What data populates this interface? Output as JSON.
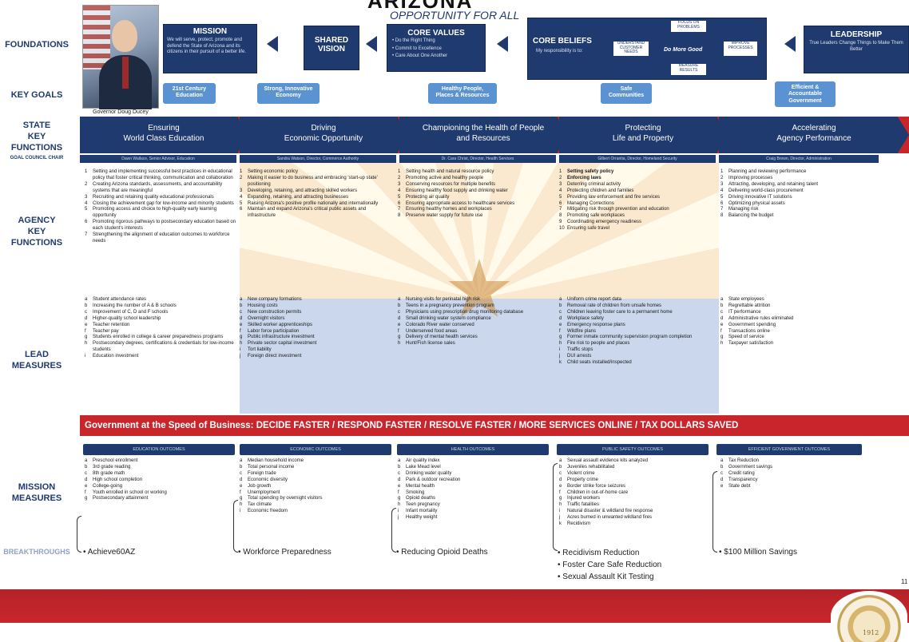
{
  "header": {
    "state_title": "ARIZONA",
    "subtitle": "OPPORTUNITY FOR ALL",
    "governor_caption": "Governor Doug Ducey"
  },
  "row_labels": {
    "foundations": "FOUNDATIONS",
    "key_goals": "KEY GOALS",
    "state_key_functions": "STATE\nKEY\nFUNCTIONS",
    "goal_council_chair": "GOAL COUNCIL CHAIR",
    "agency_key_functions": "AGENCY\nKEY\nFUNCTIONS",
    "lead_measures": "LEAD\nMEASURES",
    "mission_measures": "MISSION\nMEASURES",
    "breakthroughs": "BREAKTHROUGHS"
  },
  "foundations": {
    "mission": {
      "title": "MISSION",
      "text": "We will serve, protect, promote and defend the State of Arizona and its citizens in their pursuit of a better life."
    },
    "shared_vision": {
      "title": "SHARED\nVISION"
    },
    "core_values": {
      "title": "CORE VALUES",
      "items": [
        "• Do the Right Thing",
        "• Commit to Excellence",
        "• Care About One Another"
      ]
    },
    "core_beliefs": {
      "title": "CORE BELIEFS",
      "text": "My responsibility is to:",
      "boxes": [
        "UNDERSTAND CUSTOMER NEEDS",
        "FOCUS ON PROBLEMS",
        "Do More Good",
        "IMPROVE PROCESSES",
        "MEASURE RESULTS"
      ]
    },
    "leadership": {
      "title": "LEADERSHIP",
      "text": "True Leaders Change Things to Make Them Better"
    }
  },
  "key_goals": [
    "21st Century\nEducation",
    "Strong, Innovative\nEconomy",
    "Healthy People,\nPlaces & Resources",
    "Safe\nCommunities",
    "Efficient &\nAccountable\nGovernment"
  ],
  "functions": [
    {
      "title": "Ensuring\nWorld Class Education",
      "chair": "Dawn Wallace, Senior Advisor, Education"
    },
    {
      "title": "Driving\nEconomic Opportunity",
      "chair": "Sandra Watson, Director, Commerce Authority"
    },
    {
      "title": "Championing the Health of People\nand Resources",
      "chair": "Dr. Cara Christ, Director, Health Services"
    },
    {
      "title": "Protecting\nLife and Property",
      "chair": "Gilbert Orrantia, Director, Homeland Security"
    },
    {
      "title": "Accelerating\nAgency Performance",
      "chair": "Craig Brown, Director, Administration"
    }
  ],
  "agency_functions": [
    [
      {
        "m": "1",
        "t": "Setting and implementing successful best practices in educational policy that foster critical thinking, communication and collaboration"
      },
      {
        "m": "2",
        "t": "Creating Arizona standards, assessments, and accountability systems that are meaningful"
      },
      {
        "m": "3",
        "t": "Recruiting and retaining quality educational professionals"
      },
      {
        "m": "4",
        "t": "Closing the achievement gap for low-income and minority students"
      },
      {
        "m": "5",
        "t": "Promoting access and choice to high-quality early learning opportunity"
      },
      {
        "m": "6",
        "t": "Promoting rigorous pathways to postsecondary education based on each student's interests"
      },
      {
        "m": "7",
        "t": "Strengthening the alignment of education outcomes to workforce needs"
      }
    ],
    [
      {
        "m": "1",
        "t": "Setting economic policy"
      },
      {
        "m": "2",
        "t": "Making it easier to do business and embracing 'start-up state' positioning"
      },
      {
        "m": "3",
        "t": "Developing, retaining, and attracting skilled workers"
      },
      {
        "m": "4",
        "t": "Expanding, retaining, and attracting businesses"
      },
      {
        "m": "5",
        "t": "Raising Arizona's positive profile nationally and internationally"
      },
      {
        "m": "6",
        "t": "Maintain and expand Arizona's critical public assets and infrastructure"
      }
    ],
    [
      {
        "m": "1",
        "t": "Setting health and natural resource policy"
      },
      {
        "m": "2",
        "t": "Promoting active and healthy people"
      },
      {
        "m": "3",
        "t": "Conserving resources for multiple benefits"
      },
      {
        "m": "4",
        "t": "Ensuring healthy food supply and drinking water"
      },
      {
        "m": "5",
        "t": "Protecting air quality"
      },
      {
        "m": "6",
        "t": "Ensuring appropriate access to healthcare services"
      },
      {
        "m": "7",
        "t": "Ensuring healthy homes and workplaces"
      },
      {
        "m": "8",
        "t": "Preserve water supply for future use"
      }
    ],
    [
      {
        "m": "1",
        "t": "Setting safety policy"
      },
      {
        "m": "2",
        "t": "Enforcing laws"
      },
      {
        "m": "3",
        "t": "Deterring criminal activity"
      },
      {
        "m": "4",
        "t": "Protecting children and families"
      },
      {
        "m": "5",
        "t": "Providing law enforcement and fire services"
      },
      {
        "m": "6",
        "t": "Managing Corrections"
      },
      {
        "m": "7",
        "t": "Mitigating risk through prevention and education"
      },
      {
        "m": "8",
        "t": "Promoting safe workplaces"
      },
      {
        "m": "9",
        "t": "Coordinating emergency readiness"
      },
      {
        "m": "10",
        "t": "Ensuring safe travel"
      }
    ],
    [
      {
        "m": "1",
        "t": "Planning and reviewing performance"
      },
      {
        "m": "2",
        "t": "Improving processes"
      },
      {
        "m": "3",
        "t": "Attracting, developing, and retaining talent"
      },
      {
        "m": "4",
        "t": "Delivering world-class procurement"
      },
      {
        "m": "5",
        "t": "Driving innovative IT solutions"
      },
      {
        "m": "6",
        "t": "Optimizing physical assets"
      },
      {
        "m": "7",
        "t": "Managing risk"
      },
      {
        "m": "8",
        "t": "Balancing the budget"
      }
    ]
  ],
  "lead_measures": [
    [
      {
        "m": "a",
        "t": "Student attendance rates"
      },
      {
        "m": "b",
        "t": "Increasing the number of A & B schools"
      },
      {
        "m": "c",
        "t": "Improvement of C, D and F schools"
      },
      {
        "m": "d",
        "t": "Higher-quality school leadership"
      },
      {
        "m": "e",
        "t": "Teacher retention"
      },
      {
        "m": "f",
        "t": "Teacher pay"
      },
      {
        "m": "g",
        "t": "Students enrolled in college & career preparedness programs"
      },
      {
        "m": "h",
        "t": "Postsecondary degrees, certifications & credentials for low-income students"
      },
      {
        "m": "i",
        "t": "Education investment"
      }
    ],
    [
      {
        "m": "a",
        "t": "New company formations"
      },
      {
        "m": "b",
        "t": "Housing costs"
      },
      {
        "m": "c",
        "t": "New construction permits"
      },
      {
        "m": "d",
        "t": "Overnight visitors"
      },
      {
        "m": "e",
        "t": "Skilled worker apprenticeships"
      },
      {
        "m": "f",
        "t": "Labor force participation"
      },
      {
        "m": "g",
        "t": "Public infrastructure investment"
      },
      {
        "m": "h",
        "t": "Private sector capital investment"
      },
      {
        "m": "i",
        "t": "Tort liability"
      },
      {
        "m": "j",
        "t": "Foreign direct investment"
      }
    ],
    [
      {
        "m": "a",
        "t": "Nursing visits for perinatal high risk"
      },
      {
        "m": "b",
        "t": "Teens in a pregnancy prevention program"
      },
      {
        "m": "c",
        "t": "Physicians using prescription drug monitoring database"
      },
      {
        "m": "d",
        "t": "Small drinking water system compliance"
      },
      {
        "m": "e",
        "t": "Colorado River water conserved"
      },
      {
        "m": "f",
        "t": "Underserved food areas"
      },
      {
        "m": "g",
        "t": "Delivery of mental health services"
      },
      {
        "m": "h",
        "t": "Hunt/Fish license sales"
      }
    ],
    [
      {
        "m": "a",
        "t": "Uniform crime report data"
      },
      {
        "m": "b",
        "t": "Removal rate of children from unsafe homes"
      },
      {
        "m": "c",
        "t": "Children leaving foster care to a permanent home"
      },
      {
        "m": "d",
        "t": "Workplace safety"
      },
      {
        "m": "e",
        "t": "Emergency response plans"
      },
      {
        "m": "f",
        "t": "Wildfire plans"
      },
      {
        "m": "g",
        "t": "Former inmate community supervision program completion"
      },
      {
        "m": "h",
        "t": "Fire risk to people and places"
      },
      {
        "m": "i",
        "t": "Traffic stops"
      },
      {
        "m": "j",
        "t": "DUI arrests"
      },
      {
        "m": "k",
        "t": "Child seats installed/inspected"
      }
    ],
    [
      {
        "m": "a",
        "t": "State employees"
      },
      {
        "m": "b",
        "t": "Regrettable attrition"
      },
      {
        "m": "c",
        "t": "IT performance"
      },
      {
        "m": "d",
        "t": "Administrative rules eliminated"
      },
      {
        "m": "e",
        "t": "Government spending"
      },
      {
        "m": "f",
        "t": "Transactions online"
      },
      {
        "m": "g",
        "t": "Speed of service"
      },
      {
        "m": "h",
        "t": "Taxpayer satisfaction"
      }
    ]
  ],
  "speed_bar": "Government at the Speed of Business:    DECIDE FASTER  /  RESPOND FASTER  /  RESOLVE FASTER  /  MORE SERVICES ONLINE  /  TAX DOLLARS SAVED",
  "mission_heads": [
    "EDUCATION OUTCOMES",
    "ECONOMIC OUTCOMES",
    "HEALTH OUTCOMES",
    "PUBLIC SAFETY OUTCOMES",
    "EFFICIENT GOVERNMENT OUTCOMES"
  ],
  "mission_measures": [
    [
      {
        "m": "a",
        "t": "Preschool enrollment"
      },
      {
        "m": "b",
        "t": "3rd grade reading"
      },
      {
        "m": "c",
        "t": "8th grade math"
      },
      {
        "m": "d",
        "t": "High school completion"
      },
      {
        "m": "e",
        "t": "College-going"
      },
      {
        "m": "f",
        "t": "Youth enrolled in school or working"
      },
      {
        "m": "g",
        "t": "Postsecondary attainment"
      }
    ],
    [
      {
        "m": "a",
        "t": "Median household income"
      },
      {
        "m": "b",
        "t": "Total personal income"
      },
      {
        "m": "c",
        "t": "Foreign trade"
      },
      {
        "m": "d",
        "t": "Economic diversity"
      },
      {
        "m": "e",
        "t": "Job growth"
      },
      {
        "m": "f",
        "t": "Unemployment"
      },
      {
        "m": "g",
        "t": "Total spending by overnight visitors"
      },
      {
        "m": "h",
        "t": "Tax climate"
      },
      {
        "m": "i",
        "t": "Economic freedom"
      }
    ],
    [
      {
        "m": "a",
        "t": "Air quality index"
      },
      {
        "m": "b",
        "t": "Lake Mead level"
      },
      {
        "m": "c",
        "t": "Drinking water quality"
      },
      {
        "m": "d",
        "t": "Park & outdoor recreation"
      },
      {
        "m": "e",
        "t": "Mental health"
      },
      {
        "m": "f",
        "t": "Smoking"
      },
      {
        "m": "g",
        "t": "Opioid deaths"
      },
      {
        "m": "h",
        "t": "Teen pregnancy"
      },
      {
        "m": "i",
        "t": "Infant mortality"
      },
      {
        "m": "j",
        "t": "Healthy weight"
      }
    ],
    [
      {
        "m": "a",
        "t": "Sexual assault evidence kits analyzed"
      },
      {
        "m": "b",
        "t": "Juveniles rehabilitated"
      },
      {
        "m": "c",
        "t": "Violent crime"
      },
      {
        "m": "d",
        "t": "Property crime"
      },
      {
        "m": "e",
        "t": "Border strike force seizures"
      },
      {
        "m": "f",
        "t": "Children in out-of-home care"
      },
      {
        "m": "g",
        "t": "Injured workers"
      },
      {
        "m": "h",
        "t": "Traffic fatalities"
      },
      {
        "m": "i",
        "t": "Natural disaster & wildland fire response"
      },
      {
        "m": "j",
        "t": "Acres burned in unwanted wildland fires"
      },
      {
        "m": "k",
        "t": "Recidivism"
      }
    ],
    [
      {
        "m": "a",
        "t": "Tax Reduction"
      },
      {
        "m": "b",
        "t": "Government savings"
      },
      {
        "m": "c",
        "t": "Credit rating"
      },
      {
        "m": "d",
        "t": "Transparency"
      },
      {
        "m": "e",
        "t": "State debt"
      }
    ]
  ],
  "breakthroughs": [
    [
      "• Achieve60AZ"
    ],
    [
      "• Workforce Preparedness"
    ],
    [
      "• Reducing Opioid Deaths"
    ],
    [
      "• Recidivism Reduction",
      "• Foster Care Safe Reduction",
      "• Sexual Assault Kit Testing"
    ],
    [
      "• $100 Million Savings"
    ]
  ],
  "seal_year": "1912",
  "page_number": "11",
  "colors": {
    "navy": "#1f3a6e",
    "red": "#c8262b",
    "goal_blue": "#5b92d1"
  }
}
